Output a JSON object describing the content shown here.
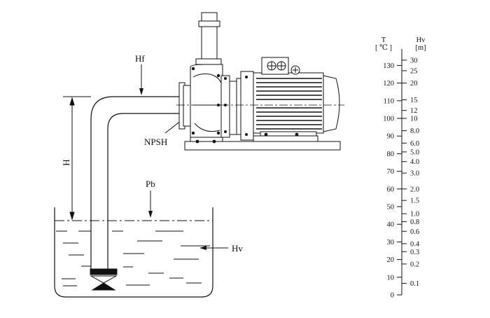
{
  "labels": {
    "hf": "Hf",
    "h": "H",
    "npsh": "NPSH",
    "pb": "Pb",
    "hv": "Hv"
  },
  "nomogram": {
    "left_header": {
      "symbol": "T",
      "unit": "[ ℃ ]"
    },
    "right_header": {
      "symbol": "Hv",
      "unit": "[m]"
    },
    "temperature_ticks": [
      "0",
      "10",
      "20",
      "30",
      "40",
      "50",
      "60",
      "70",
      "80",
      "90",
      "100",
      "110",
      "120",
      "130"
    ],
    "hv_ticks": [
      {
        "label": "0.1",
        "t": 6.5
      },
      {
        "label": "0.2",
        "t": 17.5
      },
      {
        "label": "0.3",
        "t": 24.5
      },
      {
        "label": "0.4",
        "t": 29.0
      },
      {
        "label": "0.6",
        "t": 36.0
      },
      {
        "label": "0.8",
        "t": 41.5
      },
      {
        "label": "1.0",
        "t": 46.0
      },
      {
        "label": "1.5",
        "t": 53.5
      },
      {
        "label": "2.0",
        "t": 60.0
      },
      {
        "label": "3.0",
        "t": 69.0
      },
      {
        "label": "4.0",
        "t": 75.5
      },
      {
        "label": "5.0",
        "t": 81.0
      },
      {
        "label": "6.0",
        "t": 86.0
      },
      {
        "label": "8.0",
        "t": 93.0
      },
      {
        "label": "10",
        "t": 100.0
      },
      {
        "label": "12",
        "t": 104.5
      },
      {
        "label": "15",
        "t": 110.5
      },
      {
        "label": "20",
        "t": 120.0
      },
      {
        "label": "25",
        "t": 127.0
      },
      {
        "label": "30",
        "t": 133.0
      }
    ]
  },
  "colors": {
    "ink": "#111111",
    "paper": "#ffffff"
  }
}
